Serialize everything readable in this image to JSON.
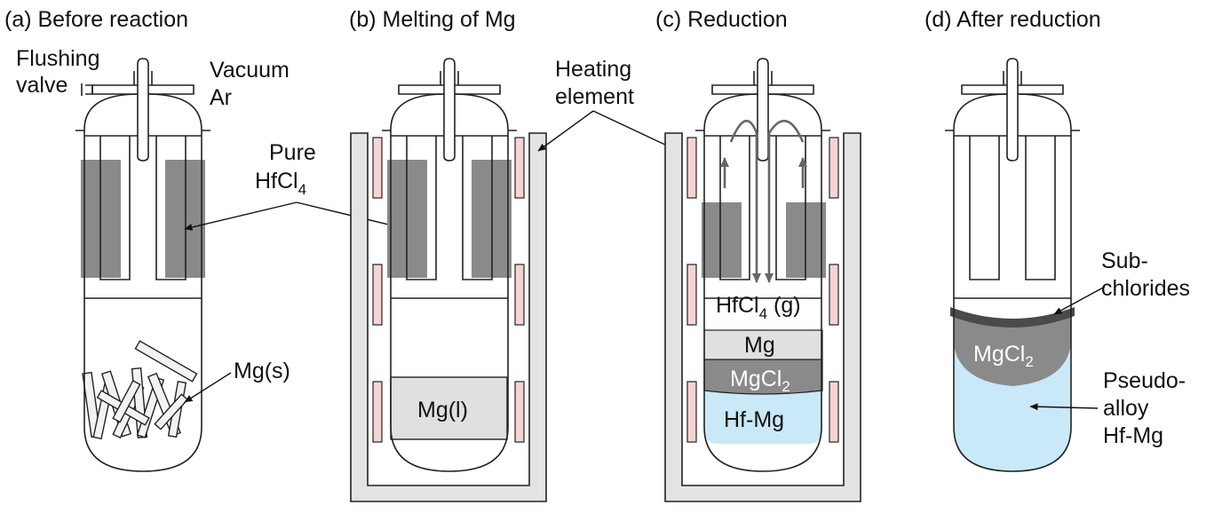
{
  "panels": {
    "a": {
      "title": "(a) Before reaction"
    },
    "b": {
      "title": "(b) Melting of Mg"
    },
    "c": {
      "title": "(c) Reduction"
    },
    "d": {
      "title": "(d) After reduction"
    }
  },
  "labels": {
    "flushing_1": "Flushing",
    "flushing_2": "valve",
    "vacuum": "Vacuum",
    "ar": "Ar",
    "heating_1": "Heating",
    "heating_2": "element",
    "pure": "Pure",
    "hfcl": "HfCl",
    "hfcl_sub": "4",
    "mgs": "Mg(s)",
    "mgl": "Mg(l)",
    "hfcl_g": "HfCl",
    "hfcl_g_sub": "4",
    "hfcl_g_tail": " (g)",
    "mg": "Mg",
    "mgcl": "MgCl",
    "mgcl_sub": "2",
    "hfmg": "Hf-Mg",
    "mgcl_d": "MgCl",
    "mgcl_d_sub": "2",
    "sub_1": "Sub-",
    "sub_2": "chlorides",
    "pseudo_1": "Pseudo-",
    "pseudo_2": "alloy",
    "pseudo_3": "Hf-Mg"
  },
  "colors": {
    "hfcl4_solid": "#8a8a8a",
    "mg_liquid": "#e0e0e0",
    "mgcl2": "#8a8a8a",
    "hfmg_alloy": "#c9e8f8",
    "subchlorides": "#4a4a4a",
    "heater": "#f7d4d4",
    "furnace_wall": "#e3e3e3",
    "mg_chips": "#f2f2f2"
  }
}
